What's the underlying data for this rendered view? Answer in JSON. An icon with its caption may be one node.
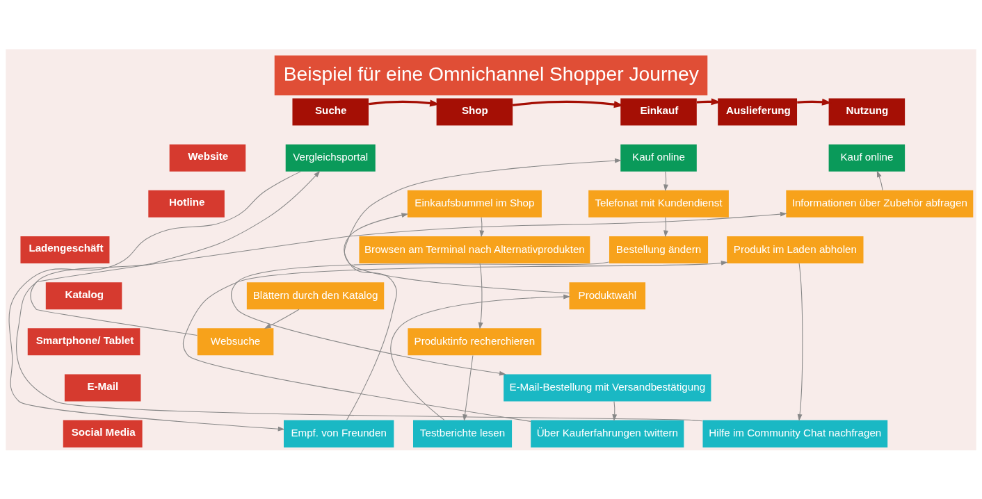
{
  "diagram": {
    "title": "Beispiel für eine Omnichannel Shopper Journey",
    "nodes": [
      {
        "text": [
          "Suche"
        ]
      },
      {
        "text": [
          "Shop"
        ]
      },
      {
        "text": [
          "Einkauf"
        ]
      },
      {
        "text": [
          "Auslieferung"
        ]
      },
      {
        "text": [
          "Nutzung"
        ]
      },
      {
        "text": [
          "Website"
        ]
      },
      {
        "text": [
          "Hotline"
        ]
      },
      {
        "text": [
          "Ladengeschäft"
        ]
      },
      {
        "text": [
          "Katalog"
        ]
      },
      {
        "text": [
          "Smartphone/ Tablet"
        ]
      },
      {
        "text": [
          "E-Mail"
        ]
      },
      {
        "text": [
          "Social Media"
        ]
      },
      {
        "text": [
          "Vergleichsportal"
        ]
      },
      {
        "text": [
          "Kauf online"
        ]
      },
      {
        "text": [
          "Kauf online"
        ]
      },
      {
        "text": [
          "Einkaufsbummel im Shop"
        ]
      },
      {
        "text": [
          "Telefonat mit Kundendienst"
        ]
      },
      {
        "text": [
          "Informationen über Zubehör abfragen"
        ]
      },
      {
        "text": [
          "Browsen am Terminal nach Alternativprodukten"
        ]
      },
      {
        "text": [
          "Bestellung ändern"
        ]
      },
      {
        "text": [
          "Produkt im Laden abholen"
        ]
      },
      {
        "text": [
          "Blättern durch den Katalog"
        ]
      },
      {
        "text": [
          "Produktwahl"
        ]
      },
      {
        "text": [
          "Websuche"
        ]
      },
      {
        "text": [
          "Produktinfo recherchieren"
        ]
      },
      {
        "text": [
          "E-Mail-Bestellung mit Versandbestätigung"
        ]
      },
      {
        "text": [
          "Empf. von Freunden"
        ]
      },
      {
        "text": [
          "Testberichte lesen"
        ]
      },
      {
        "text": [
          "Über Kauferfahrungen twittern"
        ]
      },
      {
        "text": [
          "Hilfe im Community Chat nachfragen"
        ]
      }
    ],
    "edges": [
      {
        "from": 0,
        "to": 1,
        "arrow": "to",
        "style": "thick",
        "color": "#a50f05"
      },
      {
        "from": 1,
        "to": 2,
        "arrow": "to",
        "style": "thick",
        "color": "#a50f05"
      },
      {
        "from": 2,
        "to": 3,
        "arrow": "to",
        "style": "thick",
        "color": "#a50f05"
      },
      {
        "from": 3,
        "to": 4,
        "arrow": "to",
        "style": "thick",
        "color": "#a50f05"
      },
      {
        "from": 21,
        "to": 23,
        "arrow": "to"
      },
      {
        "from": 23,
        "to": 12,
        "arrow": "to"
      },
      {
        "from": 12,
        "to": 26,
        "arrow": "to"
      },
      {
        "from": 26,
        "to": 15,
        "arrow": "to"
      },
      {
        "from": 15,
        "to": 18,
        "arrow": "to"
      },
      {
        "from": 18,
        "to": 24,
        "arrow": "to"
      },
      {
        "from": 24,
        "to": 27,
        "arrow": "to"
      },
      {
        "from": 27,
        "to": 22,
        "arrow": "to"
      },
      {
        "from": 22,
        "to": 13,
        "arrow": "to"
      },
      {
        "from": 13,
        "to": 16,
        "arrow": "to"
      },
      {
        "from": 16,
        "to": 19,
        "arrow": "to"
      },
      {
        "from": 19,
        "to": 25,
        "arrow": "to"
      },
      {
        "from": 25,
        "to": 28,
        "arrow": "to"
      },
      {
        "from": 28,
        "to": 20,
        "arrow": "to"
      },
      {
        "from": 20,
        "to": 29,
        "arrow": "to"
      },
      {
        "from": 29,
        "to": 17,
        "arrow": "to"
      },
      {
        "from": 17,
        "to": 14,
        "arrow": "to"
      }
    ]
  }
}
